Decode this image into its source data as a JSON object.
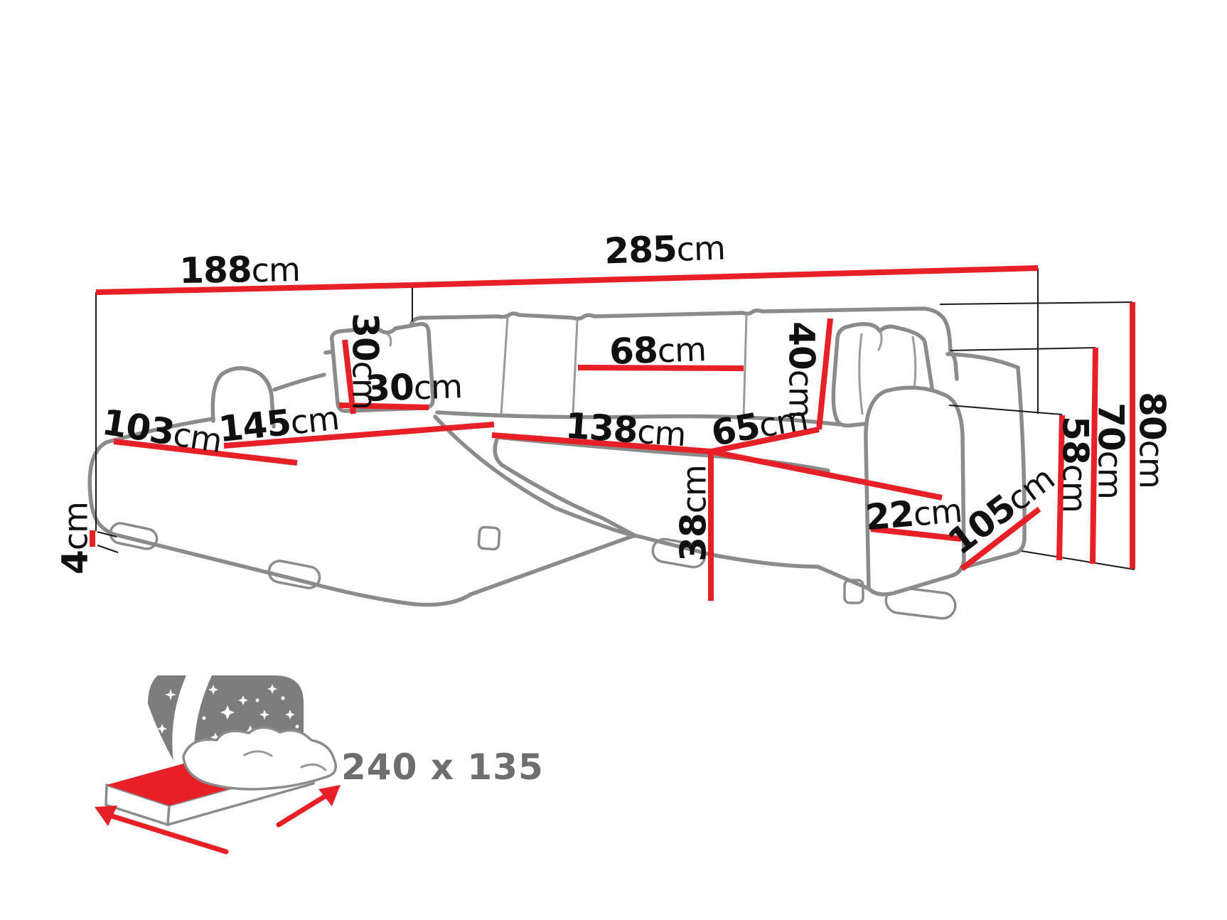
{
  "diagram": {
    "title": "corner-sofa-dimension-diagram",
    "unit": "cm",
    "dimensions": {
      "width_left": {
        "value": "188",
        "unit": "cm"
      },
      "width_total": {
        "value": "285",
        "unit": "cm"
      },
      "pillow_height": {
        "value": "30",
        "unit": "cm"
      },
      "pillow_width": {
        "value": "30",
        "unit": "cm"
      },
      "back_cushion_width": {
        "value": "68",
        "unit": "cm"
      },
      "backrest_height": {
        "value": "40",
        "unit": "cm"
      },
      "chaise_width": {
        "value": "103",
        "unit": "cm"
      },
      "chaise_length": {
        "value": "145",
        "unit": "cm"
      },
      "seat_width": {
        "value": "138",
        "unit": "cm"
      },
      "seat_depth": {
        "value": "65",
        "unit": "cm"
      },
      "seat_height": {
        "value": "38",
        "unit": "cm"
      },
      "leg_height": {
        "value": "4",
        "unit": "cm"
      },
      "armrest_width": {
        "value": "22",
        "unit": "cm"
      },
      "side_depth": {
        "value": "105",
        "unit": "cm"
      },
      "armrest_height": {
        "value": "58",
        "unit": "cm"
      },
      "backrest_total_height": {
        "value": "70",
        "unit": "cm"
      },
      "total_height": {
        "value": "80",
        "unit": "cm"
      }
    },
    "sleeping_area": {
      "value": "240 x 135"
    },
    "colors": {
      "dimension_line": "#e71f26",
      "sofa_outline": "#8b8b8b",
      "label_text": "#101010",
      "icon_gray": "#7d7d7d",
      "bed_mattress_red": "#e71f26",
      "bed_size_text": "#6e6e6e"
    }
  }
}
